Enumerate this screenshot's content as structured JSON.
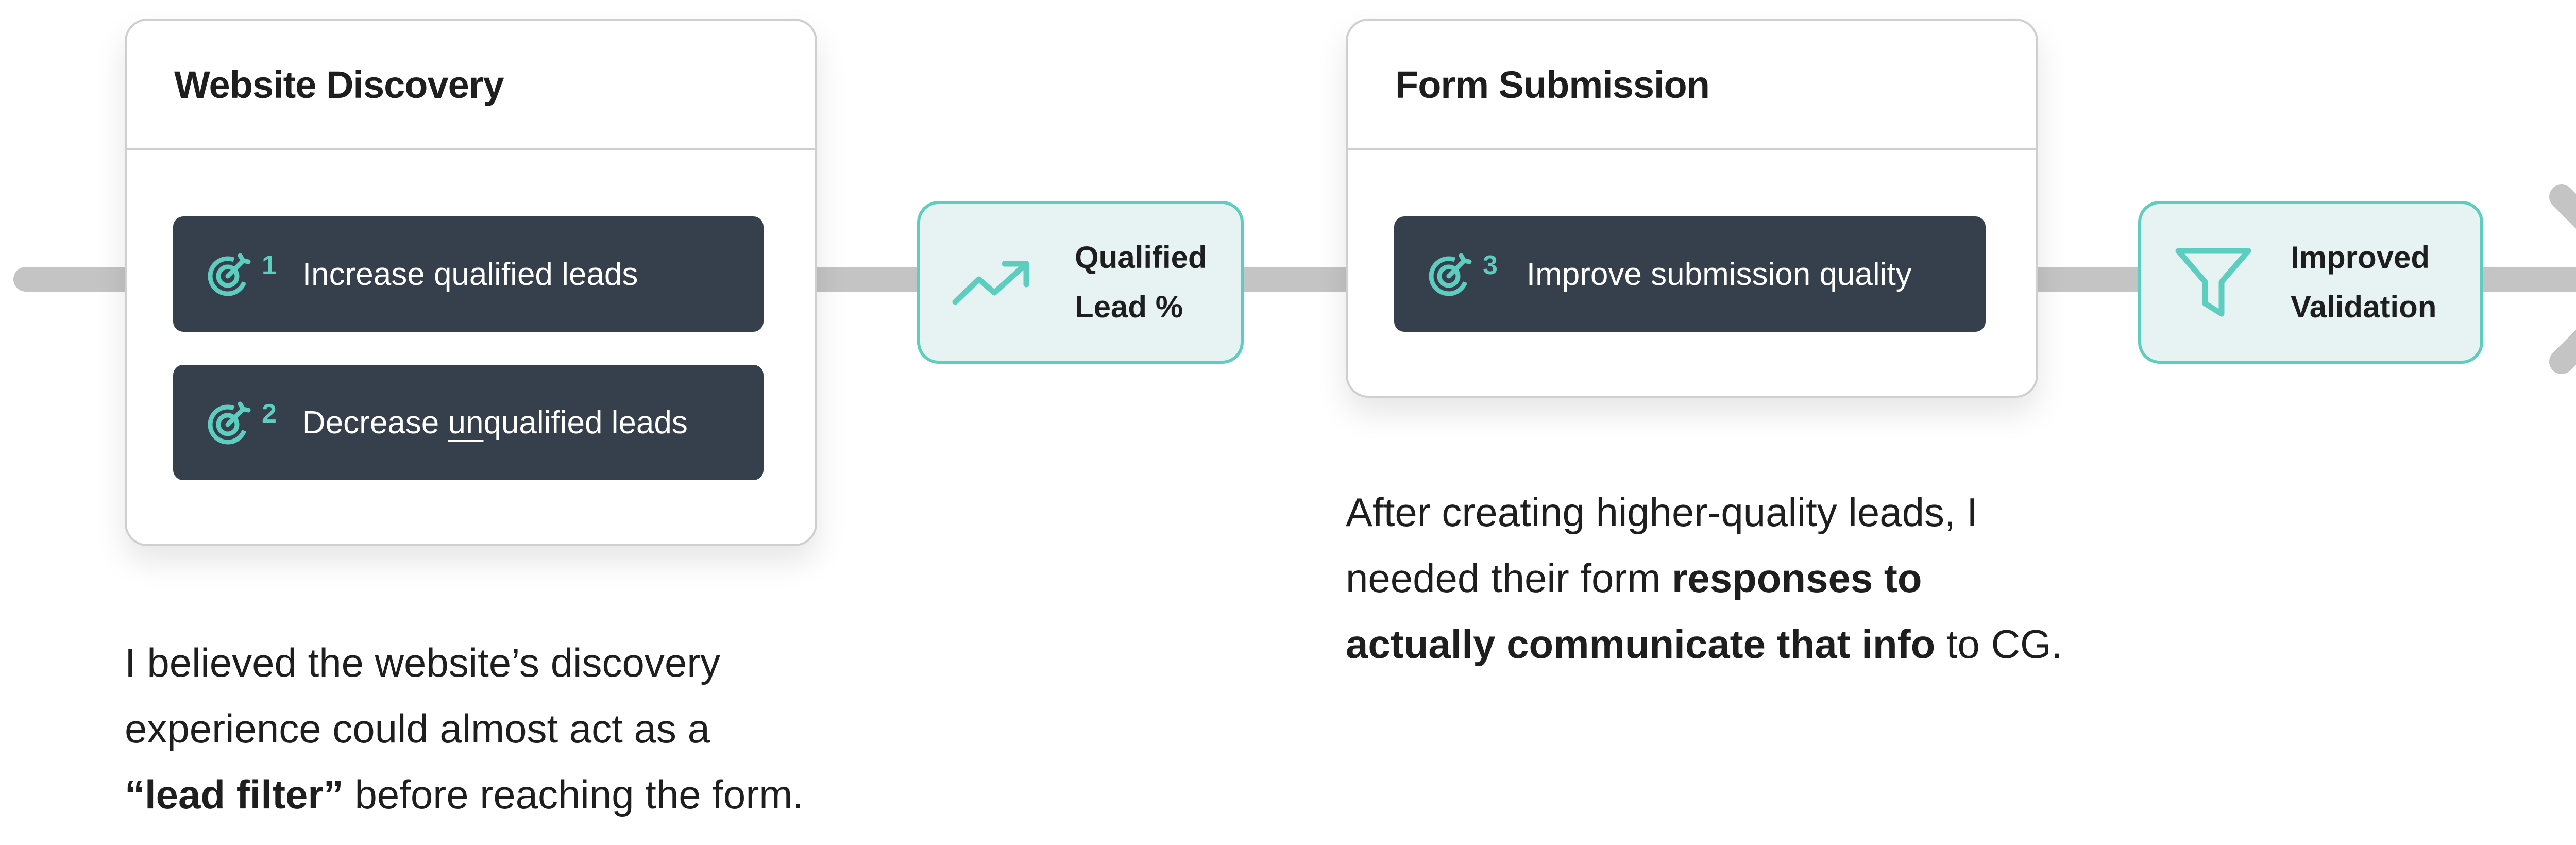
{
  "colors": {
    "accent": "#5ccdbf",
    "goal_bg": "#36404d",
    "metric_bg": "#e6f3f2",
    "line": "#c4c4c4"
  },
  "cards": [
    {
      "title": "Website Discovery",
      "goals": [
        {
          "number": "1",
          "icon": "target-arrow-icon",
          "label": "Increase qualified leads"
        },
        {
          "number": "2",
          "icon": "target-arrow-icon",
          "label_before": "Decrease ",
          "label_underlined": "un",
          "label_after": "qualified leads"
        }
      ]
    },
    {
      "title": "Form Submission",
      "goals": [
        {
          "number": "3",
          "icon": "target-arrow-icon",
          "label": "Improve submission quality"
        }
      ]
    }
  ],
  "metrics": [
    {
      "icon": "trending-up-icon",
      "line1": "Qualified",
      "line2": "Lead %"
    },
    {
      "icon": "funnel-filter-icon",
      "line1": "Improved",
      "line2": "Validation"
    }
  ],
  "notes": {
    "discovery": {
      "line1": "I believed the website’s discovery",
      "line2": "experience could almost act as a",
      "line3_bold": "“lead filter”",
      "line3_rest": " before reaching the form."
    },
    "submission": {
      "line1": "After creating higher-quality leads, I",
      "line2_rest": "needed their form ",
      "line2_bold": "responses to",
      "line3_bold": "actually communicate that info",
      "line3_rest": " to CG."
    }
  }
}
